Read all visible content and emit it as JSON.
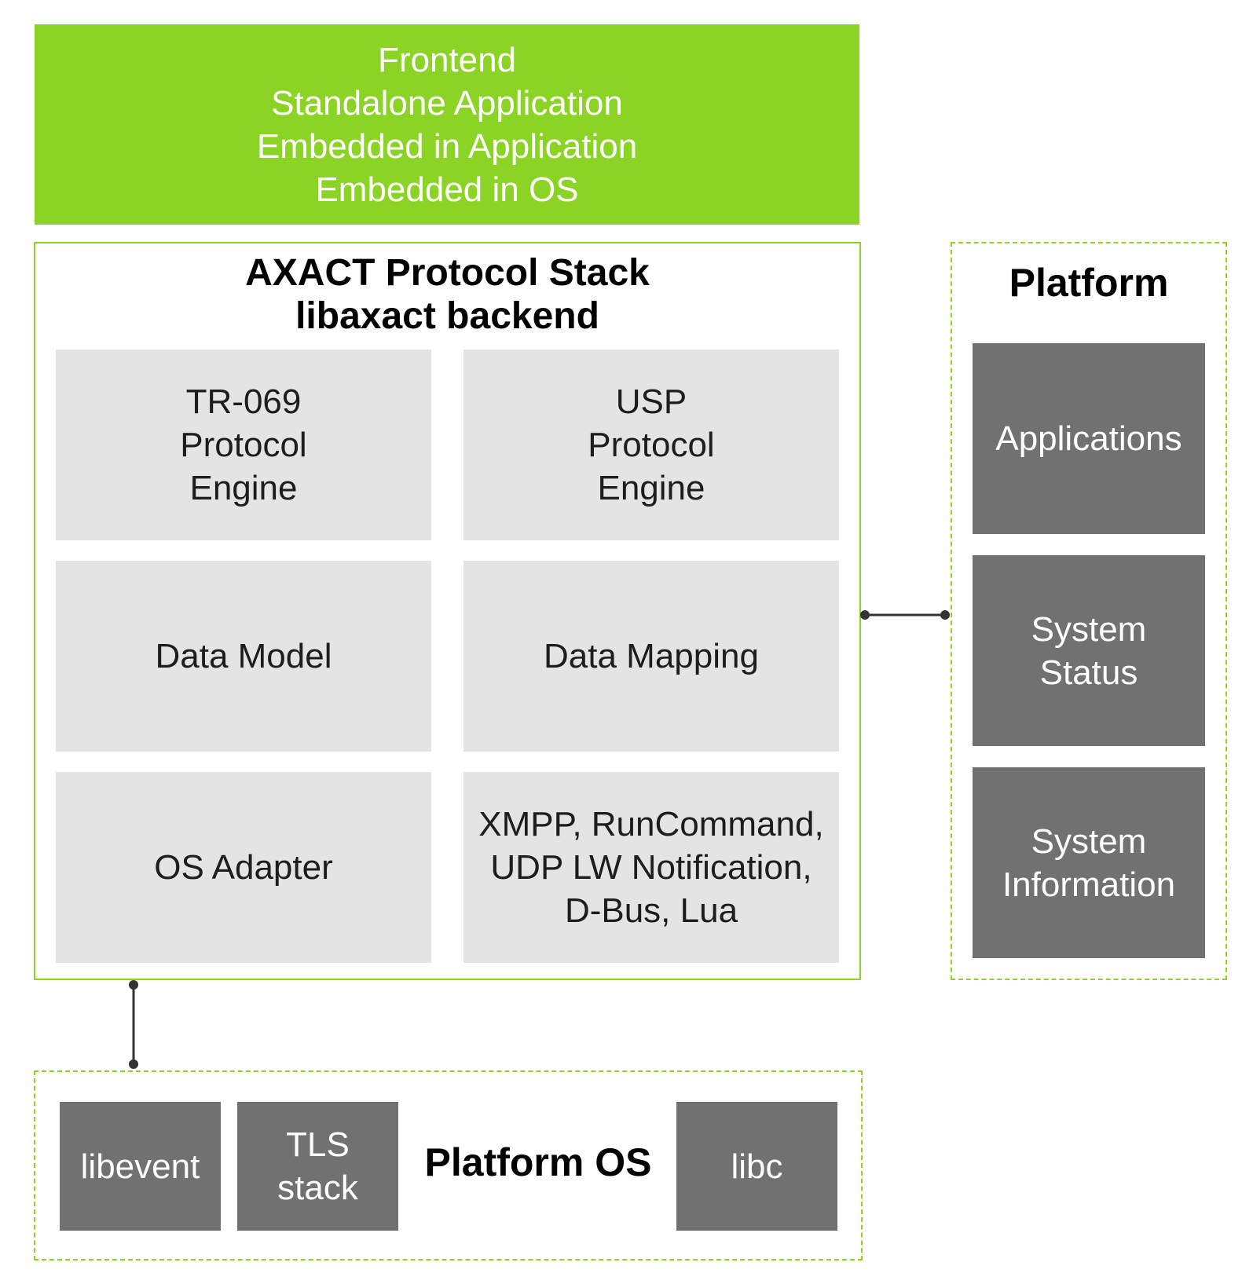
{
  "frontend": {
    "lines": [
      "Frontend",
      "Standalone Application",
      "Embedded in Application",
      "Embedded in OS"
    ]
  },
  "stack": {
    "title_lines": [
      "AXACT Protocol Stack",
      "libaxact backend"
    ],
    "modules": {
      "tr069": [
        "TR-069",
        "Protocol",
        "Engine"
      ],
      "usp": [
        "USP",
        "Protocol",
        "Engine"
      ],
      "data_model": [
        "Data Model"
      ],
      "data_mapping": [
        "Data Mapping"
      ],
      "os_adapter": [
        "OS Adapter"
      ],
      "extensions": [
        "XMPP, RunCommand,",
        "UDP LW Notification,",
        "D-Bus, Lua"
      ]
    }
  },
  "platform": {
    "title": "Platform",
    "items": {
      "applications": [
        "Applications"
      ],
      "system_status": [
        "System",
        "Status"
      ],
      "system_information": [
        "System",
        "Information"
      ]
    }
  },
  "platform_os": {
    "title": "Platform OS",
    "items": {
      "libevent": [
        "libevent"
      ],
      "tls_stack": [
        "TLS",
        "stack"
      ],
      "libc": [
        "libc"
      ]
    }
  },
  "colors": {
    "accent_green": "#8bd324",
    "module_gray": "#e4e4e4",
    "platform_gray": "#717171",
    "connector": "#333333"
  }
}
